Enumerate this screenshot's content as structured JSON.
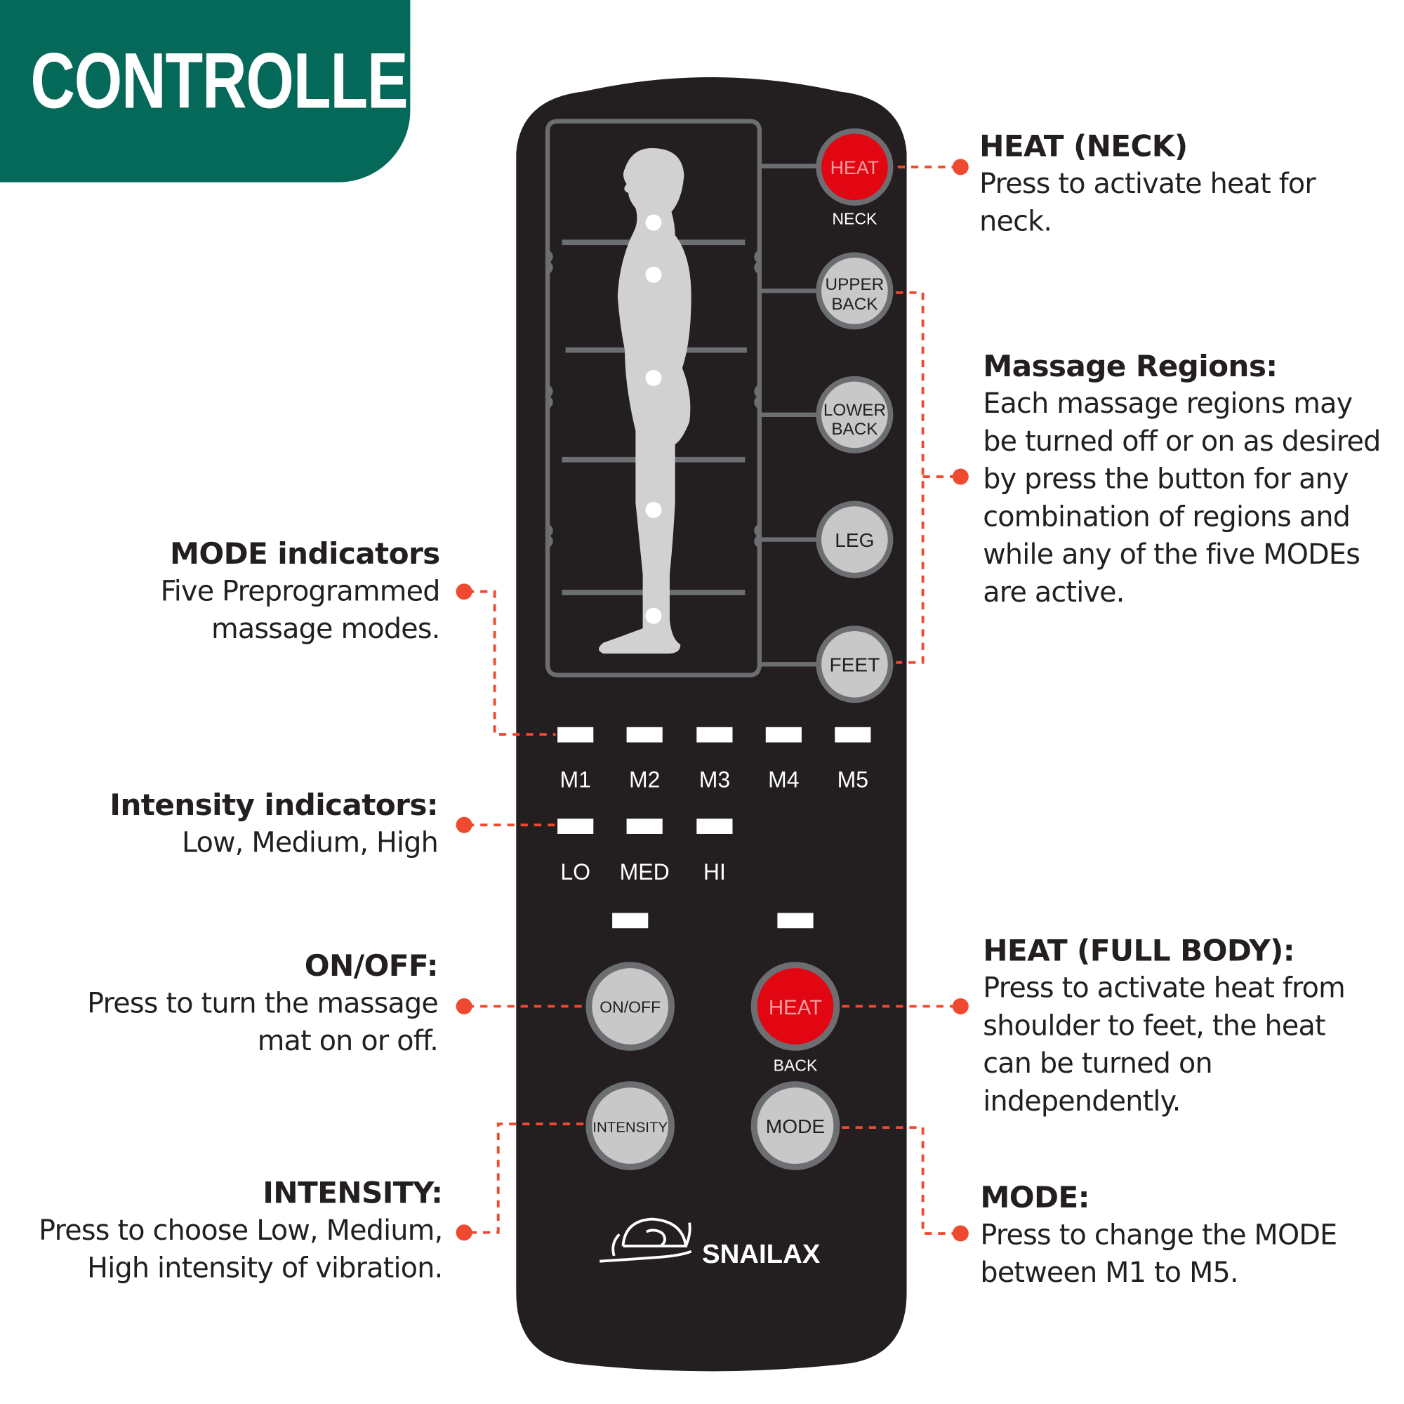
{
  "banner": {
    "title": "CONTROLLER"
  },
  "remote": {
    "brand": "SNAILAX",
    "region_buttons": [
      {
        "label_lines": [
          "HEAT"
        ],
        "sub_label": "NECK",
        "color": "#e20613"
      },
      {
        "label_lines": [
          "UPPER",
          "BACK"
        ]
      },
      {
        "label_lines": [
          "LOWER",
          "BACK"
        ]
      },
      {
        "label_lines": [
          "LEG"
        ]
      },
      {
        "label_lines": [
          "FEET"
        ]
      }
    ],
    "mode_indicators": [
      "M1",
      "M2",
      "M3",
      "M4",
      "M5"
    ],
    "intensity_indicators": [
      "LO",
      "MED",
      "HI"
    ],
    "onoff_button": "ON/OFF",
    "heat_back_button": {
      "label": "HEAT",
      "sub_label": "BACK",
      "color": "#e20613"
    },
    "intensity_button": "INTENSITY",
    "mode_button": "MODE"
  },
  "annotations": {
    "heat_neck": {
      "title": "HEAT (NECK)",
      "lines": [
        "Press to activate heat for",
        "neck."
      ]
    },
    "massage_regions": {
      "title": "Massage Regions:",
      "lines": [
        "Each massage regions  may",
        "be turned off or on as desired",
        "by press the button for any",
        "combination of regions and",
        "while any of the five  MODEs",
        "are active."
      ]
    },
    "mode_indicators": {
      "title": "MODE indicators",
      "lines": [
        "Five Preprogrammed",
        "massage modes."
      ]
    },
    "intensity_indicators": {
      "title": "Intensity indicators:",
      "lines": [
        "Low, Medium, High"
      ]
    },
    "onoff": {
      "title": "ON/OFF:",
      "lines": [
        "Press to turn the massage",
        "mat on or off."
      ]
    },
    "heat_full_body": {
      "title": "HEAT (FULL BODY):",
      "lines": [
        "Press to activate heat from",
        "shoulder to feet, the heat",
        "can be turned on",
        "independently."
      ]
    },
    "intensity": {
      "title": "INTENSITY:",
      "lines": [
        "Press to choose Low, Medium,",
        "High intensity of vibration."
      ]
    },
    "mode": {
      "title": "MODE:",
      "lines": [
        "Press to change the MODE",
        "between M1 to M5."
      ]
    }
  },
  "colors": {
    "banner": "#05695a",
    "remote_body": "#231f20",
    "heat_red": "#e20613",
    "leader_line": "#ef4a2f",
    "button_grey": "#c8c8c8"
  }
}
